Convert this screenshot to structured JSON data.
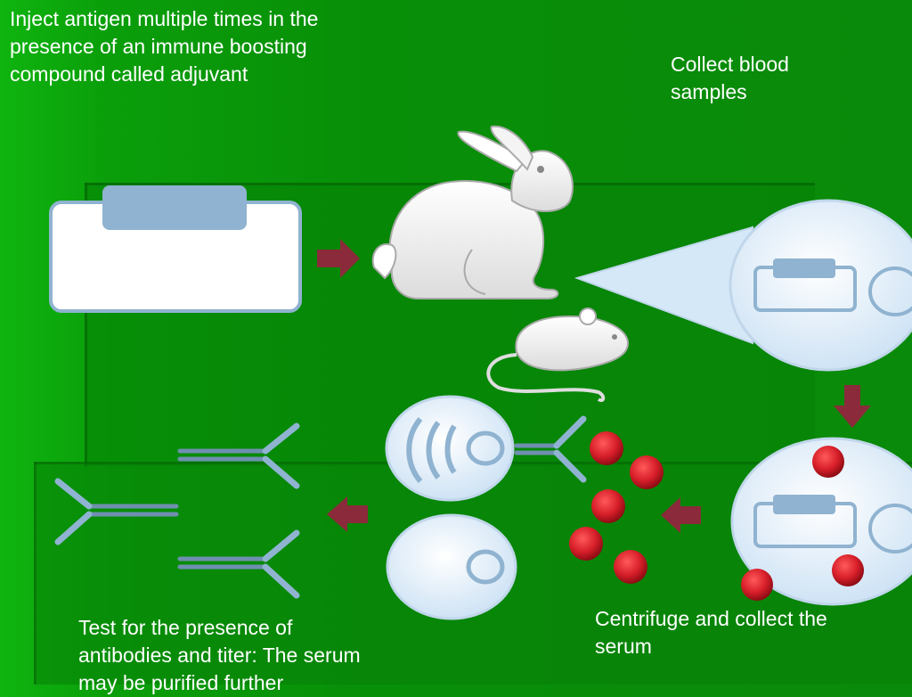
{
  "steps": {
    "inject": "Inject antigen multiple times in the presence of an immune boosting compound called adjuvant",
    "collect": "Collect blood samples",
    "centrifuge": "Centrifuge and collect the serum",
    "test": "Test for the presence of antibodies and titer: The serum may be purified further"
  },
  "colors": {
    "background": "#0a8a0a",
    "arrow": "#8b2a3a",
    "cell": "#d4e8f8",
    "blood_cell": "#d81f2a",
    "antibody": "#6f8fb0"
  }
}
